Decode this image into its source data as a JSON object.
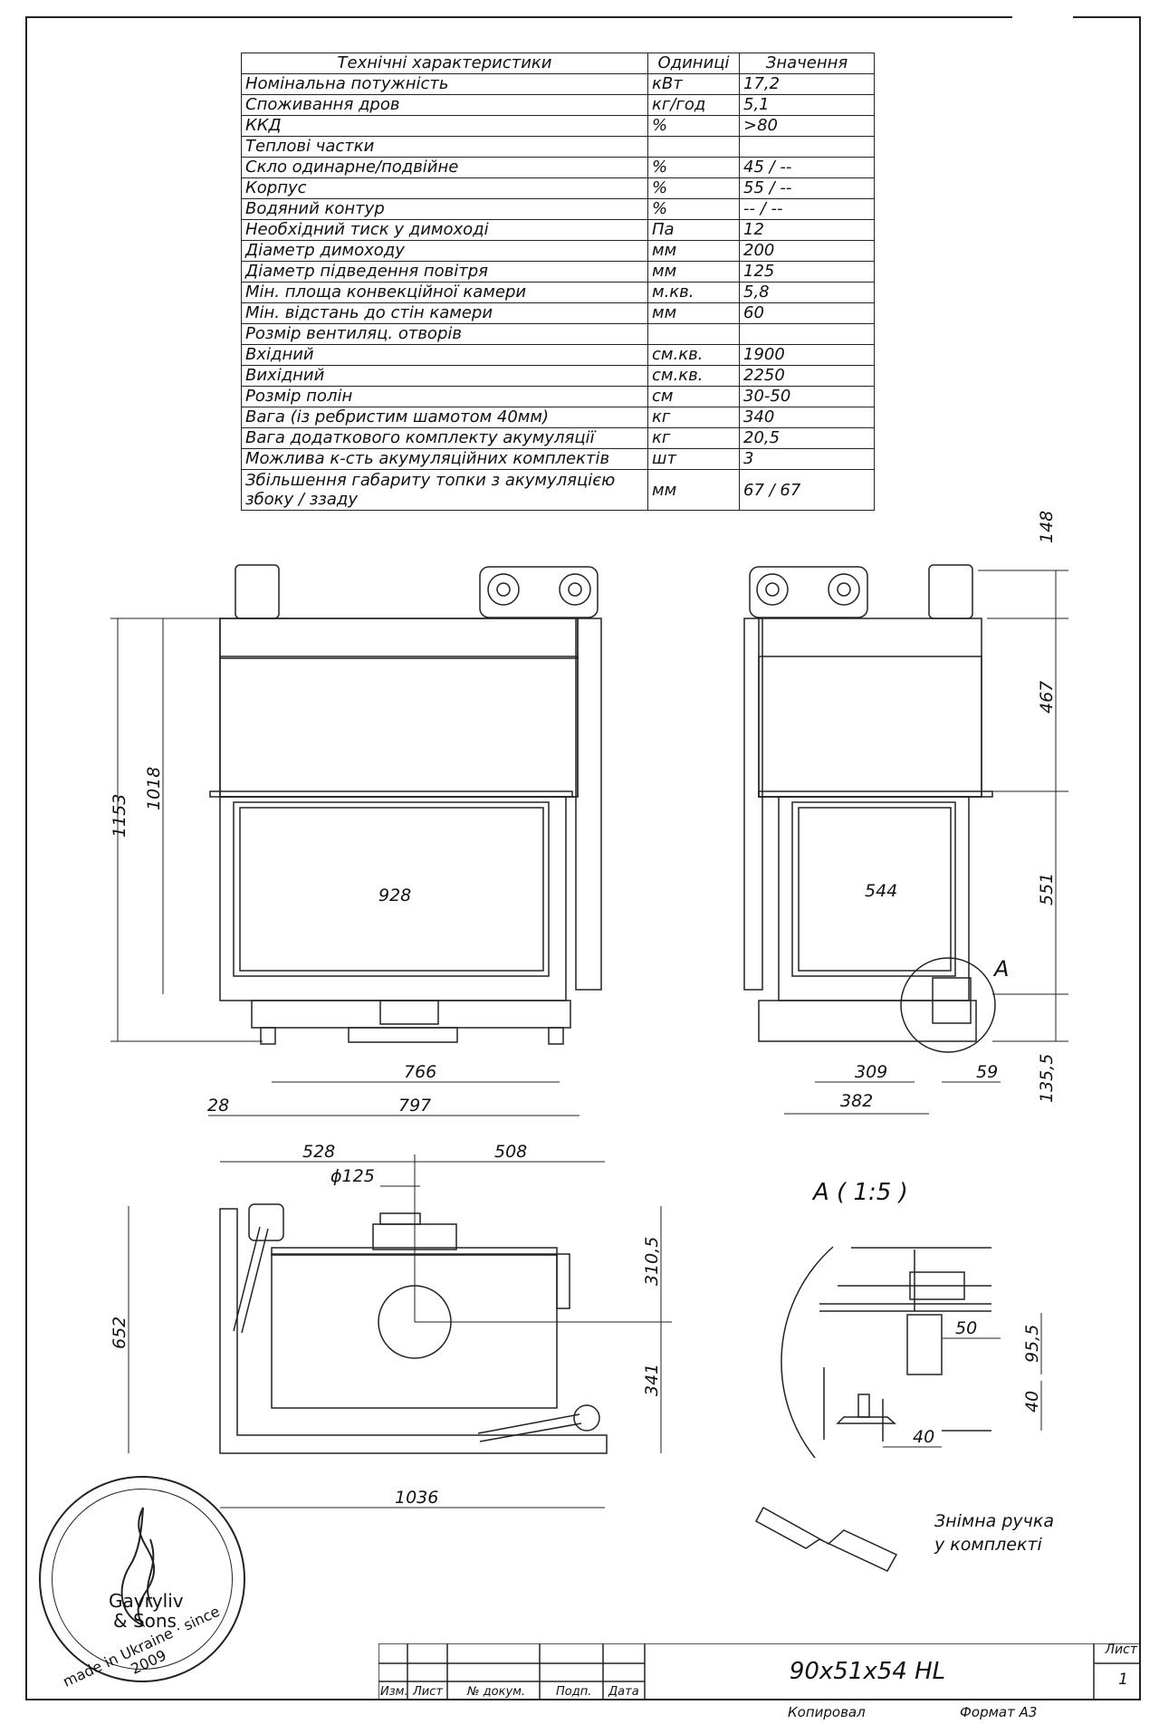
{
  "table": {
    "headers": [
      "Технічні характеристики",
      "Одиниці",
      "Значення"
    ],
    "rows": [
      [
        "Номінальна потужність",
        "кВт",
        "17,2"
      ],
      [
        "Споживання дров",
        "кг/год",
        "5,1"
      ],
      [
        "ККД",
        "%",
        ">80"
      ],
      [
        "Теплові частки",
        "",
        ""
      ],
      [
        "Скло одинарне/подвійне",
        "%",
        "45 / --"
      ],
      [
        "Корпус",
        "%",
        "55 / --"
      ],
      [
        "Водяний контур",
        "%",
        "-- / --"
      ],
      [
        "Необхідний тиск у димоході",
        "Па",
        "12"
      ],
      [
        "Діаметр димоходу",
        "мм",
        "200"
      ],
      [
        "Діаметр підведення повітря",
        "мм",
        "125"
      ],
      [
        "Мін. площа конвекційної камери",
        "м.кв.",
        "5,8"
      ],
      [
        "Мін. відстань до стін камери",
        "мм",
        "60"
      ],
      [
        "Розмір вентиляц. отворів",
        "",
        ""
      ],
      [
        "Вхідний",
        "см.кв.",
        "1900"
      ],
      [
        "Вихідний",
        "см.кв.",
        "2250"
      ],
      [
        "Розмір полін",
        "см",
        "30-50"
      ],
      [
        "Вага (із ребристим шамотом 40мм)",
        "кг",
        "340"
      ],
      [
        "Вага додаткового комплекту акумуляції",
        "кг",
        "20,5"
      ],
      [
        "Можлива к-сть акумуляційних комплектів",
        "шт",
        "3"
      ],
      [
        "Збільшення габариту топки з акумуляцією збоку / ззаду",
        "мм",
        "67 / 67"
      ]
    ]
  },
  "dimensions": {
    "front": {
      "h_total": "1153",
      "h_body": "1018",
      "width_glass": "928",
      "w766": "766",
      "w797": "797",
      "w28": "28"
    },
    "side": {
      "d148": "148",
      "d467": "467",
      "d551": "551",
      "d135": "135,5",
      "w544": "544",
      "w309": "309",
      "w59": "59",
      "w382": "382",
      "detail_ref": "A"
    },
    "top": {
      "w528": "528",
      "w508": "508",
      "phi": "ϕ125",
      "h652": "652",
      "h310": "310,5",
      "h341": "341",
      "w1036": "1036"
    },
    "detail": {
      "title": "A ( 1:5 )",
      "d50": "50",
      "d95": "95,5",
      "d40v": "40",
      "d40h": "40"
    }
  },
  "handle_note": [
    "Знімна ручка",
    "у комплекті"
  ],
  "logo": {
    "name1": "Gavryliv",
    "name2": "& Sons",
    "tagline": "made in Ukraine · since 2009"
  },
  "title_block": {
    "model": "90x51x54 HL",
    "labels": [
      "Изм.",
      "Лист",
      "№ докум.",
      "Подп.",
      "Дата"
    ],
    "sheet_label": "Лист",
    "sheet_no": "1",
    "copied": "Копировал",
    "format": "Формат А3"
  }
}
